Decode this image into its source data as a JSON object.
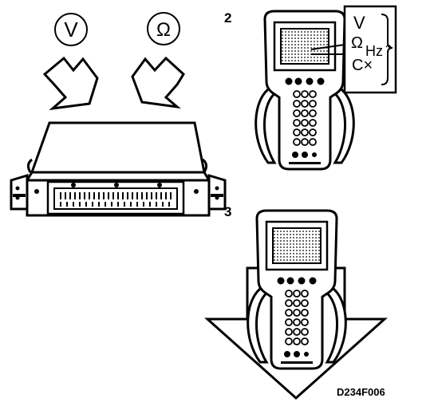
{
  "labels": {
    "step2": "2",
    "step3": "3",
    "figure_code": "D234F006"
  },
  "meter_symbols": {
    "volt": "V",
    "ohm": "Ω"
  },
  "screen_callout": {
    "line1": "V",
    "line2a": "Ω",
    "line2b": "Hz",
    "line2c": "?",
    "line3": "C×"
  },
  "colors": {
    "ink": "#000000",
    "paper": "#ffffff",
    "screen_gray": "#b8b8b8",
    "keypad_gray": "#d8d8d8"
  }
}
